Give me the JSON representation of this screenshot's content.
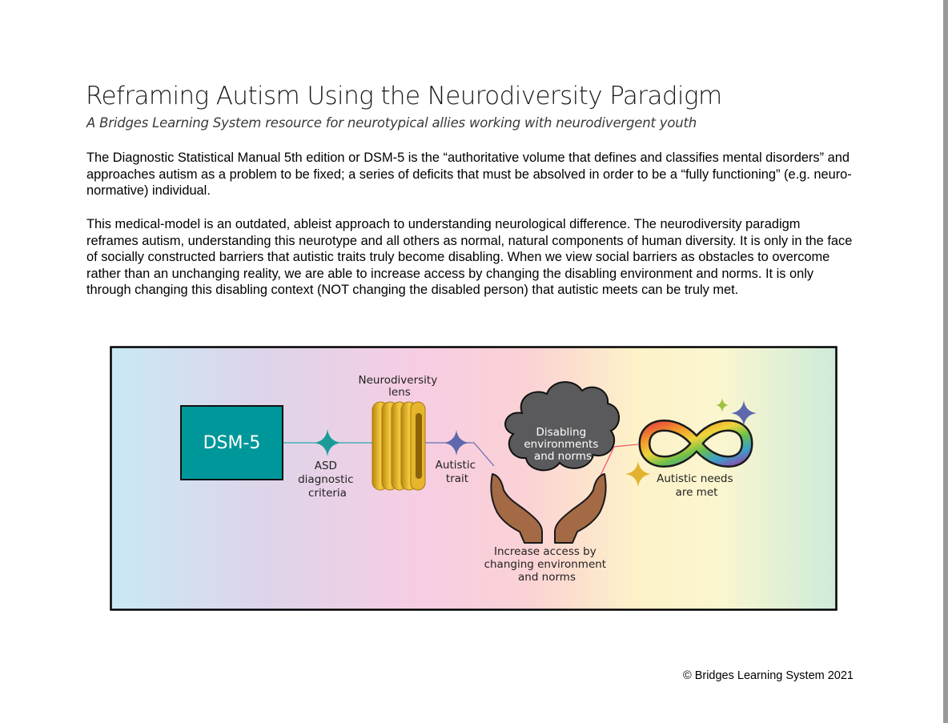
{
  "header": {
    "title": "Reframing Autism Using the Neurodiversity Paradigm",
    "subtitle": "A Bridges Learning System resource for neurotypical allies working with neurodivergent youth"
  },
  "body": {
    "paragraph_1": "The Diagnostic Statistical Manual 5th edition or DSM-5 is the “authoritative volume that defines and classifies mental disorders” and approaches autism as a problem to be fixed; a series of deficits that must be absolved in order to be a “fully functioning” (e.g. neuro-normative) individual.",
    "paragraph_2": "This medical-model is an outdated, ableist approach to understanding neurological difference. The neurodiversity paradigm reframes autism, understanding this neurotype and all others as normal, natural components of human diversity. It is only in the face of socially constructed barriers that autistic traits truly become disabling. When we view social barriers as obstacles to overcome rather than an unchanging reality, we are able to increase access by changing the disabling environment and norms. It is only through changing this disabling context (NOT changing the disabled person) that autistic meets can be truly met."
  },
  "diagram": {
    "dsm_box": "DSM-5",
    "asd_label": [
      "ASD",
      "diagnostic",
      "criteria"
    ],
    "lens_label": [
      "Neurodiversity",
      "lens"
    ],
    "trait_label": [
      "Autistic",
      "trait"
    ],
    "cloud_label": [
      "Disabling",
      "environments",
      "and norms"
    ],
    "hands_label": [
      "Increase access by",
      "changing environment",
      "and norms"
    ],
    "needs_label": [
      "Autistic needs",
      "are met"
    ],
    "colors": {
      "teal": "#00979a",
      "gold": "#e2b12c",
      "cloud": "#5a5a5c",
      "skin": "#a36a45",
      "star_blue": "#5e69ad",
      "star_green": "#9cc33f",
      "star_gold": "#e3b32f"
    }
  },
  "footer": {
    "copyright": "© Bridges Learning System 2021"
  }
}
